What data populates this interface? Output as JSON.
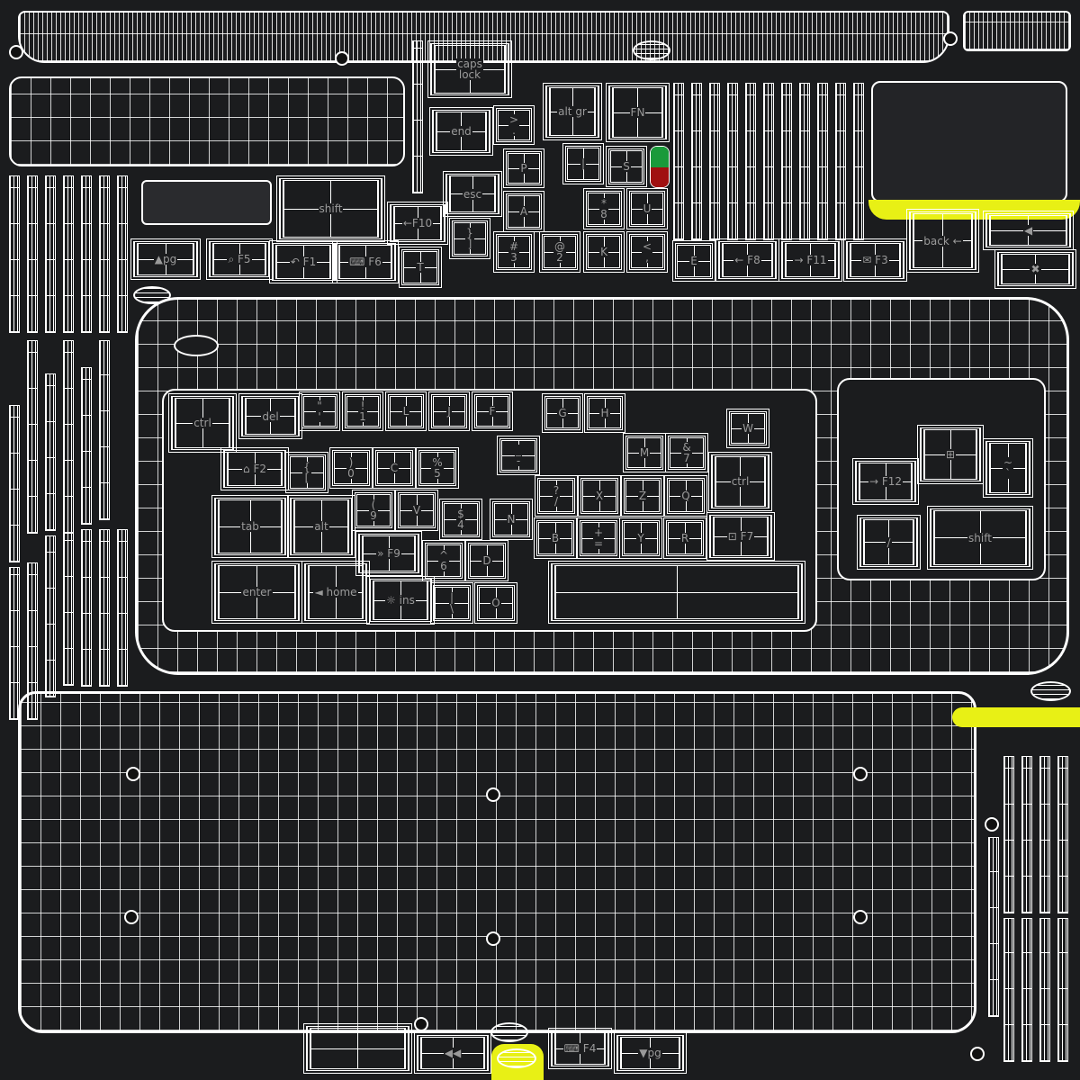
{
  "colors": {
    "background": "#1b1c1e",
    "wire": "#ffffff",
    "highlight": "#e8f015",
    "led_on": "#1a9a3a",
    "led_off": "#a01010"
  },
  "keys": {
    "caps_lock": "caps\nlock",
    "end": "end",
    "period": ">\n.",
    "alt_gr": "alt gr",
    "fn": "FN",
    "p": "P",
    "pipe": "|",
    "s": "S",
    "esc": "esc",
    "a": "A",
    "eight": "*\n8",
    "u": "U",
    "f10": "←F10",
    "bracket_close": "}\n]",
    "three": "#\n3",
    "two": "@\n2",
    "k": "K",
    "comma": "<\n,",
    "t": "T",
    "shift_top": "shift",
    "pg_up": "▲pg",
    "f5": "⌕ F5",
    "f1": "↶ F1",
    "f6": "⌨ F6",
    "e": "E",
    "f8": "← F8",
    "f11": "→ F11",
    "f3": "✉ F3",
    "back": "back ←",
    "vol_up": "◀",
    "mute": "✖",
    "ctrl_left": "ctrl",
    "del": "del",
    "quote": "\"\n'",
    "one": "!\n1",
    "l": "L",
    "j": "J",
    "f": "F",
    "g": "G",
    "h": "H",
    "f2": "⌂ F2",
    "bracket_open": "{\n[",
    "zero": ")\n0",
    "c": "C",
    "five": "%\n5",
    "minus": "_\n-",
    "w": "W",
    "m": "M",
    "seven": "&\n7",
    "slash": "?\n/",
    "x": "X",
    "z": "Z",
    "q": "Q",
    "ctrl_right": "ctrl",
    "nine": "(\n9",
    "v": "V",
    "four": "$\n4",
    "n": "N",
    "tab": "tab",
    "alt": "alt",
    "b": "B",
    "equals": "+\n=",
    "y": "Y",
    "r": "R",
    "f7": "⊡ F7",
    "f9": "» F9",
    "six": "^\n6",
    "d": "D",
    "enter": "enter",
    "home": "◄ home",
    "ins": "☼ ins",
    "backslash": "|\n\\",
    "o": "O",
    "space": "",
    "f12": "→ F12",
    "windows": "⊞",
    "tilde": "~\n`",
    "shift_right": "shift",
    "slash2": "∕",
    "long_bottom": "",
    "vol_down": "◀◀",
    "f4": "⌨ F4",
    "pg_dn": "▼pg"
  }
}
